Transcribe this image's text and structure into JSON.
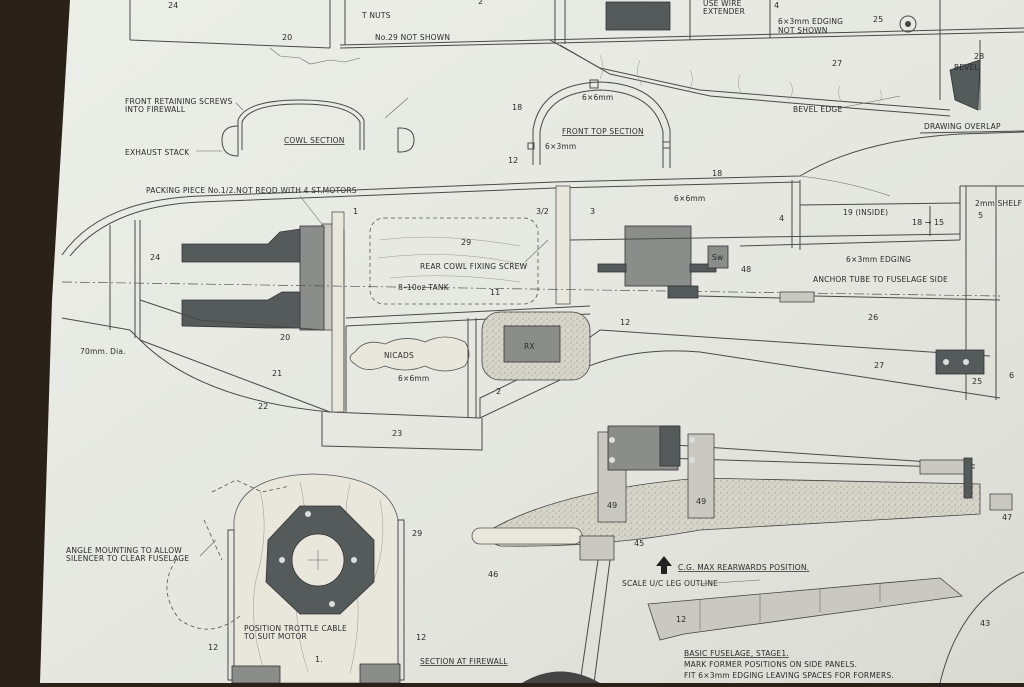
{
  "labels": {
    "t_nuts": "T NUTS",
    "no29_not_shown": "No.29 NOT SHOWN",
    "use_wire_extender": "USE WIRE\nEXTENDER",
    "edging_not_shown": "6×3mm EDGING\nNOT SHOWN",
    "bevel": "BEVEL",
    "bevel_edge": "BEVEL EDGE",
    "front_retaining_screws": "FRONT RETAINING SCREWS\nINTO FIREWALL",
    "exhaust_stack": "EXHAUST STACK",
    "cowl_section": "COWL SECTION",
    "front_top_section": "FRONT TOP SECTION",
    "six_by_six_top": "6×6mm",
    "six_by_three_top": "6×3mm",
    "drawing_overlap": "DRAWING OVERLAP",
    "packing_piece": "PACKING PIECE No.1/2.NOT REQD.WITH 4 ST.MOTORS",
    "six_by_six_longeron": "6×6mm",
    "inside_19": "19 (INSIDE)",
    "two_mm_shelf": "2mm SHELF",
    "edging_6x3": "6×3mm EDGING",
    "rear_cowl_fixing_screw": "REAR COWL FIXING SCREW",
    "tank": "8–10oz TANK",
    "sw": "Sw",
    "anchor_tube": "ANCHOR TUBE TO FUSELAGE SIDE",
    "seventy_dia": "70mm. Dia.",
    "nicads": "NICADS",
    "six_by_six_lower": "6×6mm",
    "rx": "RX",
    "angle_mounting": "ANGLE MOUNTING TO ALLOW\nSILENCER TO CLEAR FUSELAGE",
    "position_throttle": "POSITION TROTTLE CABLE\nTO SUIT MOTOR",
    "section_at_firewall": "SECTION AT FIREWALL",
    "cg_position": "C.G. MAX REARWARDS POSITION.",
    "scale_uc": "SCALE U/C LEG OUTLINE",
    "basic_fuselage": "BASIC FUSELAGE, STAGE1.",
    "mark_formers": "MARK FORMER POSITIONS ON SIDE PANELS.",
    "fit_edging": "FIT 6×3mm EDGING LEAVING SPACES FOR FORMERS."
  },
  "part_numbers": {
    "p24_top": "24",
    "p20_top": "20",
    "p2_top": "2",
    "p4_top": "4",
    "p25_top": "25",
    "p27_top": "27",
    "p28": "28",
    "p18_arc": "18",
    "p12_arc": "12",
    "p18_long": "18",
    "p3_2": "3/2",
    "p3": "3",
    "p1": "1",
    "p4_mid": "4",
    "p18_15": "18 → 15",
    "p5": "5",
    "p24": "24",
    "p29": "29",
    "p11": "11",
    "p48": "48",
    "p12_mid": "12",
    "p26": "26",
    "p27": "27",
    "p25": "25",
    "p6": "6",
    "p20": "20",
    "p21": "21",
    "p22": "22",
    "p23": "23",
    "p2": "2",
    "p29_fw": "29",
    "p12_fw_l": "12",
    "p12_fw_r": "12",
    "p1_fw": "1.",
    "p49_l": "49",
    "p49_r": "49",
    "p45": "45",
    "p46": "46",
    "p47": "47",
    "p12_uc": "12",
    "p43": "43"
  }
}
